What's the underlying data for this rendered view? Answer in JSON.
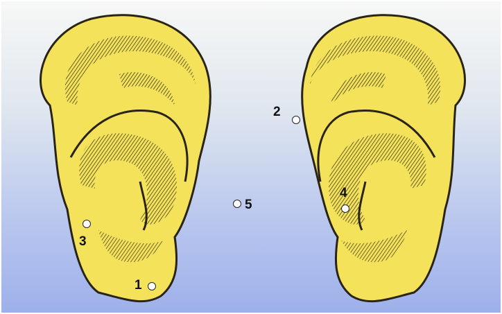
{
  "colors": {
    "ear_fill": "#f3e25a",
    "ear_shadow": "#2a2416",
    "marker_fill": "#ffffff",
    "marker_stroke": "#222222"
  },
  "markers": [
    {
      "id": "1",
      "label": "1",
      "ear": "left",
      "region": "earlobe"
    },
    {
      "id": "2",
      "label": "2",
      "ear": "right",
      "region": "helix-top"
    },
    {
      "id": "3",
      "label": "3",
      "ear": "left",
      "region": "antitragus"
    },
    {
      "id": "4",
      "label": "4",
      "ear": "right",
      "region": "tragus"
    },
    {
      "id": "5",
      "label": "5",
      "ear": "none",
      "region": "midline"
    }
  ]
}
